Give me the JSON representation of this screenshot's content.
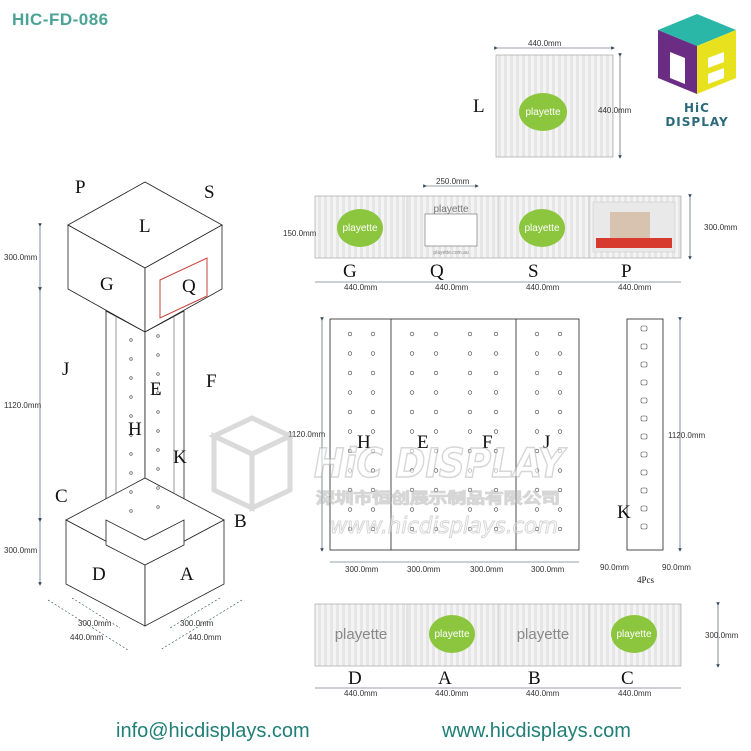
{
  "header": {
    "product_code": "HIC-FD-086"
  },
  "brand": {
    "logo_text": "HiC DISPLAY",
    "accent_colors": [
      "#27b8a8",
      "#e8e020",
      "#5a2d82"
    ]
  },
  "watermark": {
    "name": "HiC DISPLAY",
    "company_cn": "深圳市恒创展示制品有限公司",
    "url": "www.hicdisplays.com"
  },
  "footer": {
    "email": "info@hicdisplays.com",
    "website": "www.hicdisplays.com"
  },
  "graphic": {
    "brand_name": "playette",
    "domain": "playette.com.au"
  },
  "iso_view": {
    "face_labels": {
      "P": "P",
      "S": "S",
      "L": "L",
      "G": "G",
      "Q": "Q",
      "J": "J",
      "E": "E",
      "F": "F",
      "H": "H",
      "K": "K",
      "C": "C",
      "B": "B",
      "D": "D",
      "A": "A"
    },
    "dims": {
      "top_height": "300.0mm",
      "column_height": "1120.0mm",
      "base_height": "300.0mm",
      "base_left_inner": "300.0mm",
      "base_left_outer": "440.0mm",
      "base_right_inner": "300.0mm",
      "base_right_outer": "440.0mm"
    }
  },
  "top_panel": {
    "label": "L",
    "width": "440.0mm",
    "height": "440.0mm"
  },
  "header_strip": {
    "panels": [
      {
        "label": "G",
        "width": "440.0mm"
      },
      {
        "label": "Q",
        "width": "440.0mm"
      },
      {
        "label": "S",
        "width": "440.0mm"
      },
      {
        "label": "P",
        "width": "440.0mm"
      }
    ],
    "window_width": "250.0mm",
    "window_height": "150.0mm",
    "height": "300.0mm"
  },
  "column_panels": {
    "labels": [
      "H",
      "E",
      "F",
      "J"
    ],
    "widths": [
      "300.0mm",
      "300.0mm",
      "300.0mm",
      "300.0mm"
    ],
    "height": "1120.0mm"
  },
  "side_panel": {
    "label": "K",
    "width_left": "90.0mm",
    "width_right": "90.0mm",
    "height": "1120.0mm",
    "quantity": "4Pcs"
  },
  "base_strip": {
    "panels": [
      {
        "label": "D",
        "width": "440.0mm"
      },
      {
        "label": "A",
        "width": "440.0mm"
      },
      {
        "label": "B",
        "width": "440.0mm"
      },
      {
        "label": "C",
        "width": "440.0mm"
      }
    ],
    "height": "300.0mm"
  }
}
